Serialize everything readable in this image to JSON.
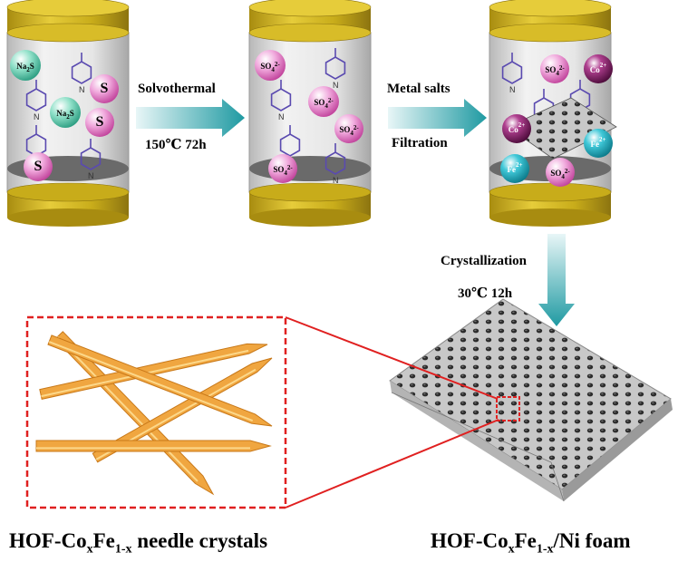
{
  "colors": {
    "cap": "#c8ac1a",
    "cap_dark": "#8c7410",
    "arrow": "#1f9aa2",
    "sphere_pink": "#e57ac6",
    "sphere_teal": "#4fc3a6",
    "sphere_dark": "#6a1450",
    "needle": "#f0a640",
    "red": "#e02020"
  },
  "steps": {
    "step1_line1": "Solvothermal",
    "step1_line2": "150℃  72h",
    "step2_line1": "Metal salts",
    "step2_line2": "Filtration",
    "step3_line1": "Crystallization",
    "step3_line2": "30℃  12h"
  },
  "vessel1": {
    "na2s": "Na",
    "na2s_sub": "2",
    "na2s_tail": "S",
    "s": "S"
  },
  "vessel2": {
    "so4": "SO",
    "so4_sub": "4",
    "so4_sup": "2-"
  },
  "vessel3": {
    "co": "Co",
    "co_sup": "2+",
    "fe": "Fe",
    "fe_sup": "2+"
  },
  "captions": {
    "left": {
      "pre": "HOF-Co",
      "sub1": "x",
      "mid": "Fe",
      "sub2": "1-x",
      "post": " needle crystals"
    },
    "right": {
      "pre": "HOF-Co",
      "sub1": "x",
      "mid": "Fe",
      "sub2": "1-x",
      "post": "/Ni foam"
    }
  }
}
